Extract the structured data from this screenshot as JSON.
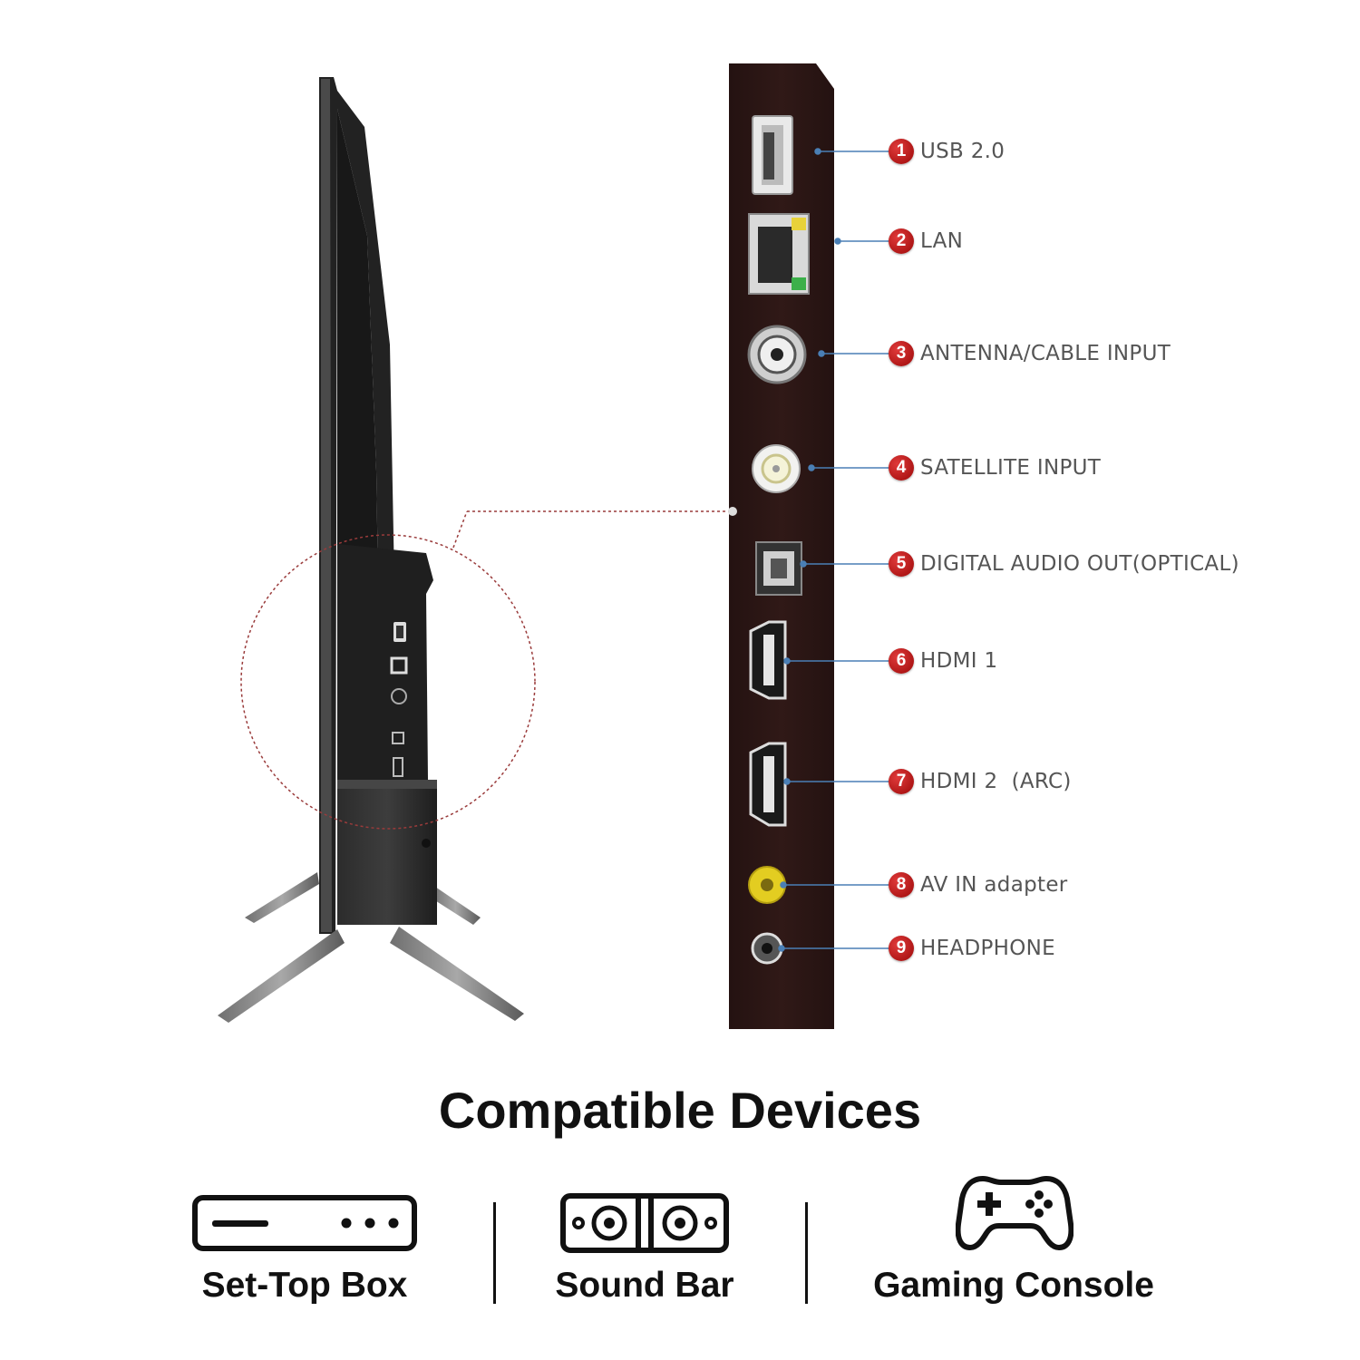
{
  "ports": [
    {
      "number": "1",
      "label": "USB 2.0"
    },
    {
      "number": "2",
      "label": "LAN"
    },
    {
      "number": "3",
      "label": "ANTENNA/CABLE INPUT"
    },
    {
      "number": "4",
      "label": "SATELLITE INPUT"
    },
    {
      "number": "5",
      "label": "DIGITAL AUDIO OUT(OPTICAL)"
    },
    {
      "number": "6",
      "label": "HDMI 1"
    },
    {
      "number": "7",
      "label": "HDMI 2  (ARC)"
    },
    {
      "number": "8",
      "label": "AV IN adapter"
    },
    {
      "number": "9",
      "label": "HEADPHONE"
    }
  ],
  "compatible": {
    "heading": "Compatible Devices",
    "devices": [
      {
        "icon": "set-top-box-icon",
        "label": "Set-Top Box"
      },
      {
        "icon": "sound-bar-icon",
        "label": "Sound Bar"
      },
      {
        "icon": "gamepad-icon",
        "label": "Gaming Console"
      }
    ]
  },
  "colors": {
    "port_badge": "#c0201f",
    "panel": "#2a1614",
    "callout_line": "#4a7fb5"
  }
}
